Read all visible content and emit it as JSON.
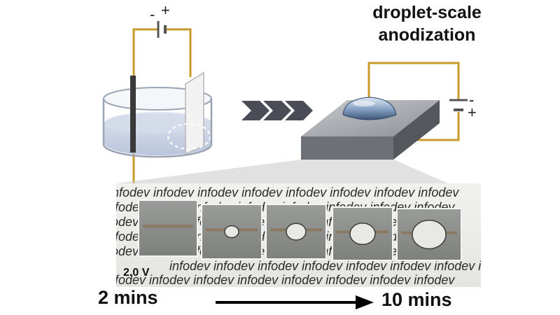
{
  "title": {
    "line1": "droplet-scale",
    "line2": "anodization"
  },
  "circuit_left": {
    "minus": "-",
    "plus": "+"
  },
  "circuit_right": {
    "minus": "-",
    "plus": "+"
  },
  "photo": {
    "watermark_word": "infodev",
    "voltage": "2.0 V",
    "samples": [
      {
        "pore": "none"
      },
      {
        "pore": "small"
      },
      {
        "pore": "medium"
      },
      {
        "pore": "medium-large"
      },
      {
        "pore": "large"
      }
    ]
  },
  "timeline": {
    "start": "2 mins",
    "end": "10 mins"
  },
  "colors": {
    "wire": "#c89a2a",
    "electrolyte": "#c8d3e6",
    "electrode": "#444444",
    "slab": "#8a8d92",
    "droplet": "#6f8fb3",
    "chevron": "#4a4d55"
  }
}
